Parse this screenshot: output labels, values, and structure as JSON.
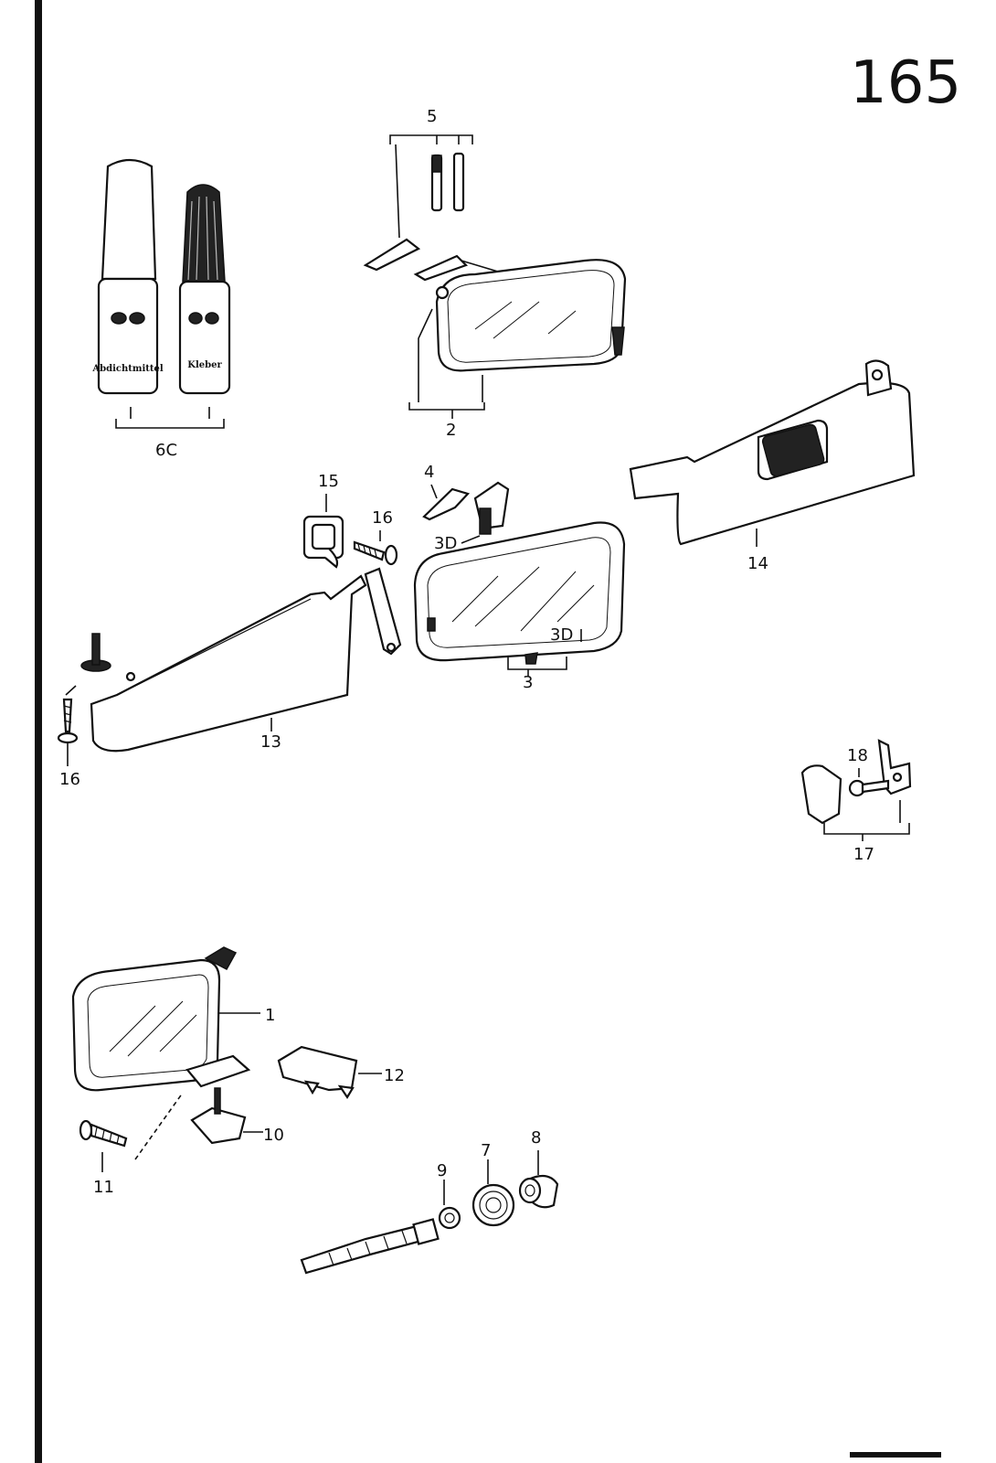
{
  "page": {
    "number": "165"
  },
  "bottle_labels": [
    "Abdichtmittel",
    "Kleber"
  ],
  "callouts": {
    "c1": "1",
    "c2": "2",
    "c3": "3",
    "c3d_a": "3D",
    "c3d_b": "3D",
    "c4": "4",
    "c5": "5",
    "c6c": "6C",
    "c7": "7",
    "c8": "8",
    "c9": "9",
    "c10": "10",
    "c11": "11",
    "c12": "12",
    "c13": "13",
    "c14": "14",
    "c15": "15",
    "c16a": "16",
    "c16b": "16",
    "c17": "17",
    "c18": "18"
  }
}
